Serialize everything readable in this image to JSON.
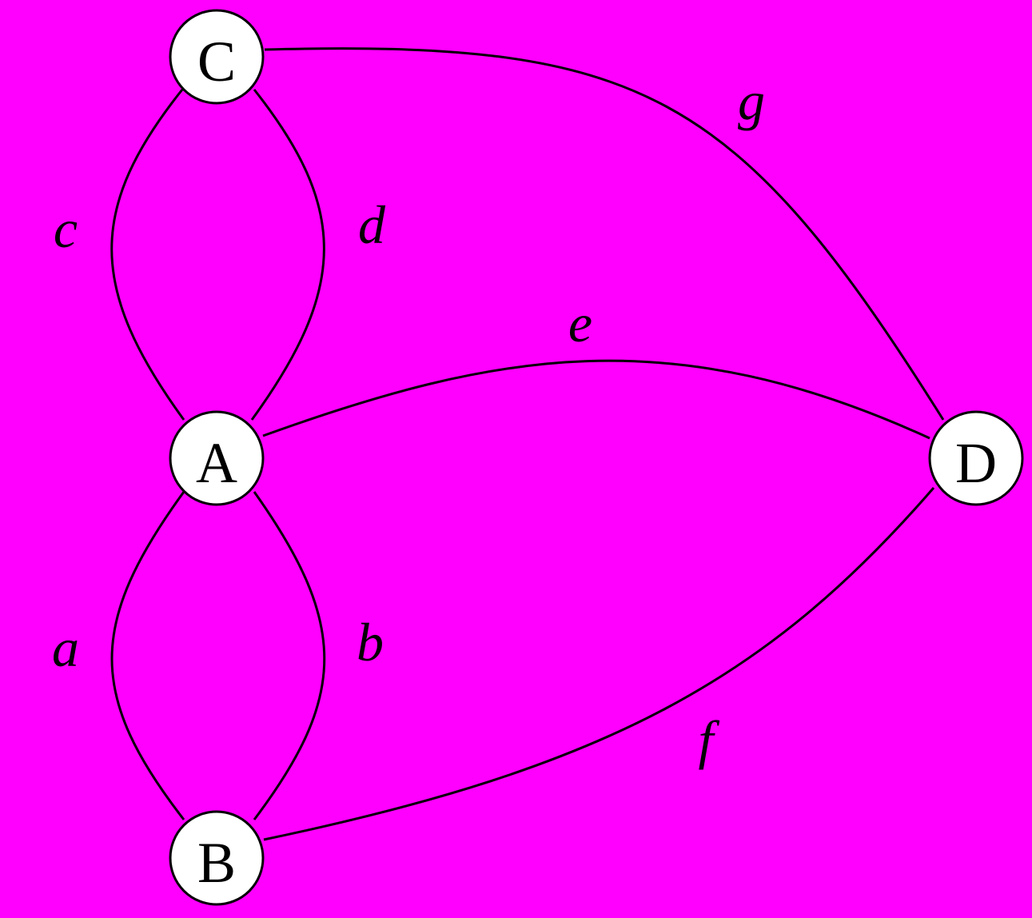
{
  "diagram": {
    "colors": {
      "background": "#ff00ff",
      "node_fill": "#ffffff",
      "stroke": "#000000"
    },
    "nodes": {
      "A": {
        "label": "A"
      },
      "B": {
        "label": "B"
      },
      "C": {
        "label": "C"
      },
      "D": {
        "label": "D"
      }
    },
    "edges": [
      {
        "label": "a",
        "from": "A",
        "to": "B"
      },
      {
        "label": "b",
        "from": "A",
        "to": "B"
      },
      {
        "label": "c",
        "from": "A",
        "to": "C"
      },
      {
        "label": "d",
        "from": "A",
        "to": "C"
      },
      {
        "label": "e",
        "from": "A",
        "to": "D"
      },
      {
        "label": "f",
        "from": "B",
        "to": "D"
      },
      {
        "label": "g",
        "from": "C",
        "to": "D"
      }
    ]
  }
}
